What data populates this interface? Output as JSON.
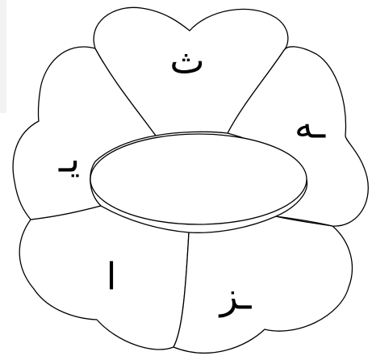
{
  "diagram": {
    "center_text": "",
    "petals": [
      {
        "id": "top",
        "letter": "ث"
      },
      {
        "id": "right",
        "letter": "ـه"
      },
      {
        "id": "bottom-right",
        "letter": "ـز"
      },
      {
        "id": "bottom-left",
        "letter": "ا"
      },
      {
        "id": "left",
        "letter": "يـ"
      }
    ]
  },
  "colors": {
    "stroke": "#000000",
    "fill": "#ffffff"
  }
}
